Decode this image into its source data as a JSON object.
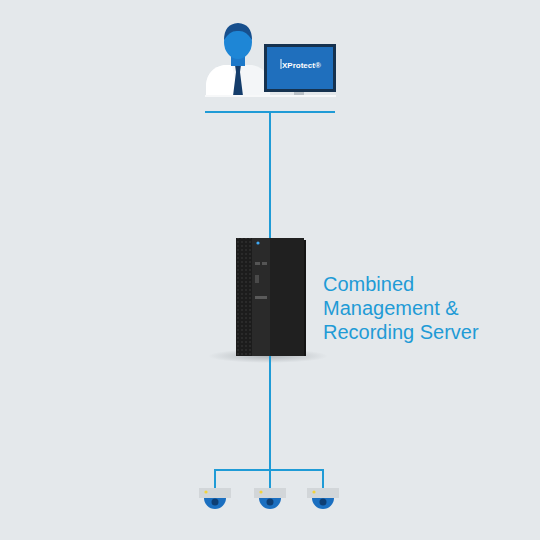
{
  "diagram": {
    "nodes": [
      {
        "text": [
          "XProtect®"
        ]
      },
      {
        "text": [
          "Combined Management & Recording Server"
        ]
      }
    ],
    "edges": [
      {
        "from": 0,
        "to": 1,
        "arrow": "none"
      }
    ]
  }
}
